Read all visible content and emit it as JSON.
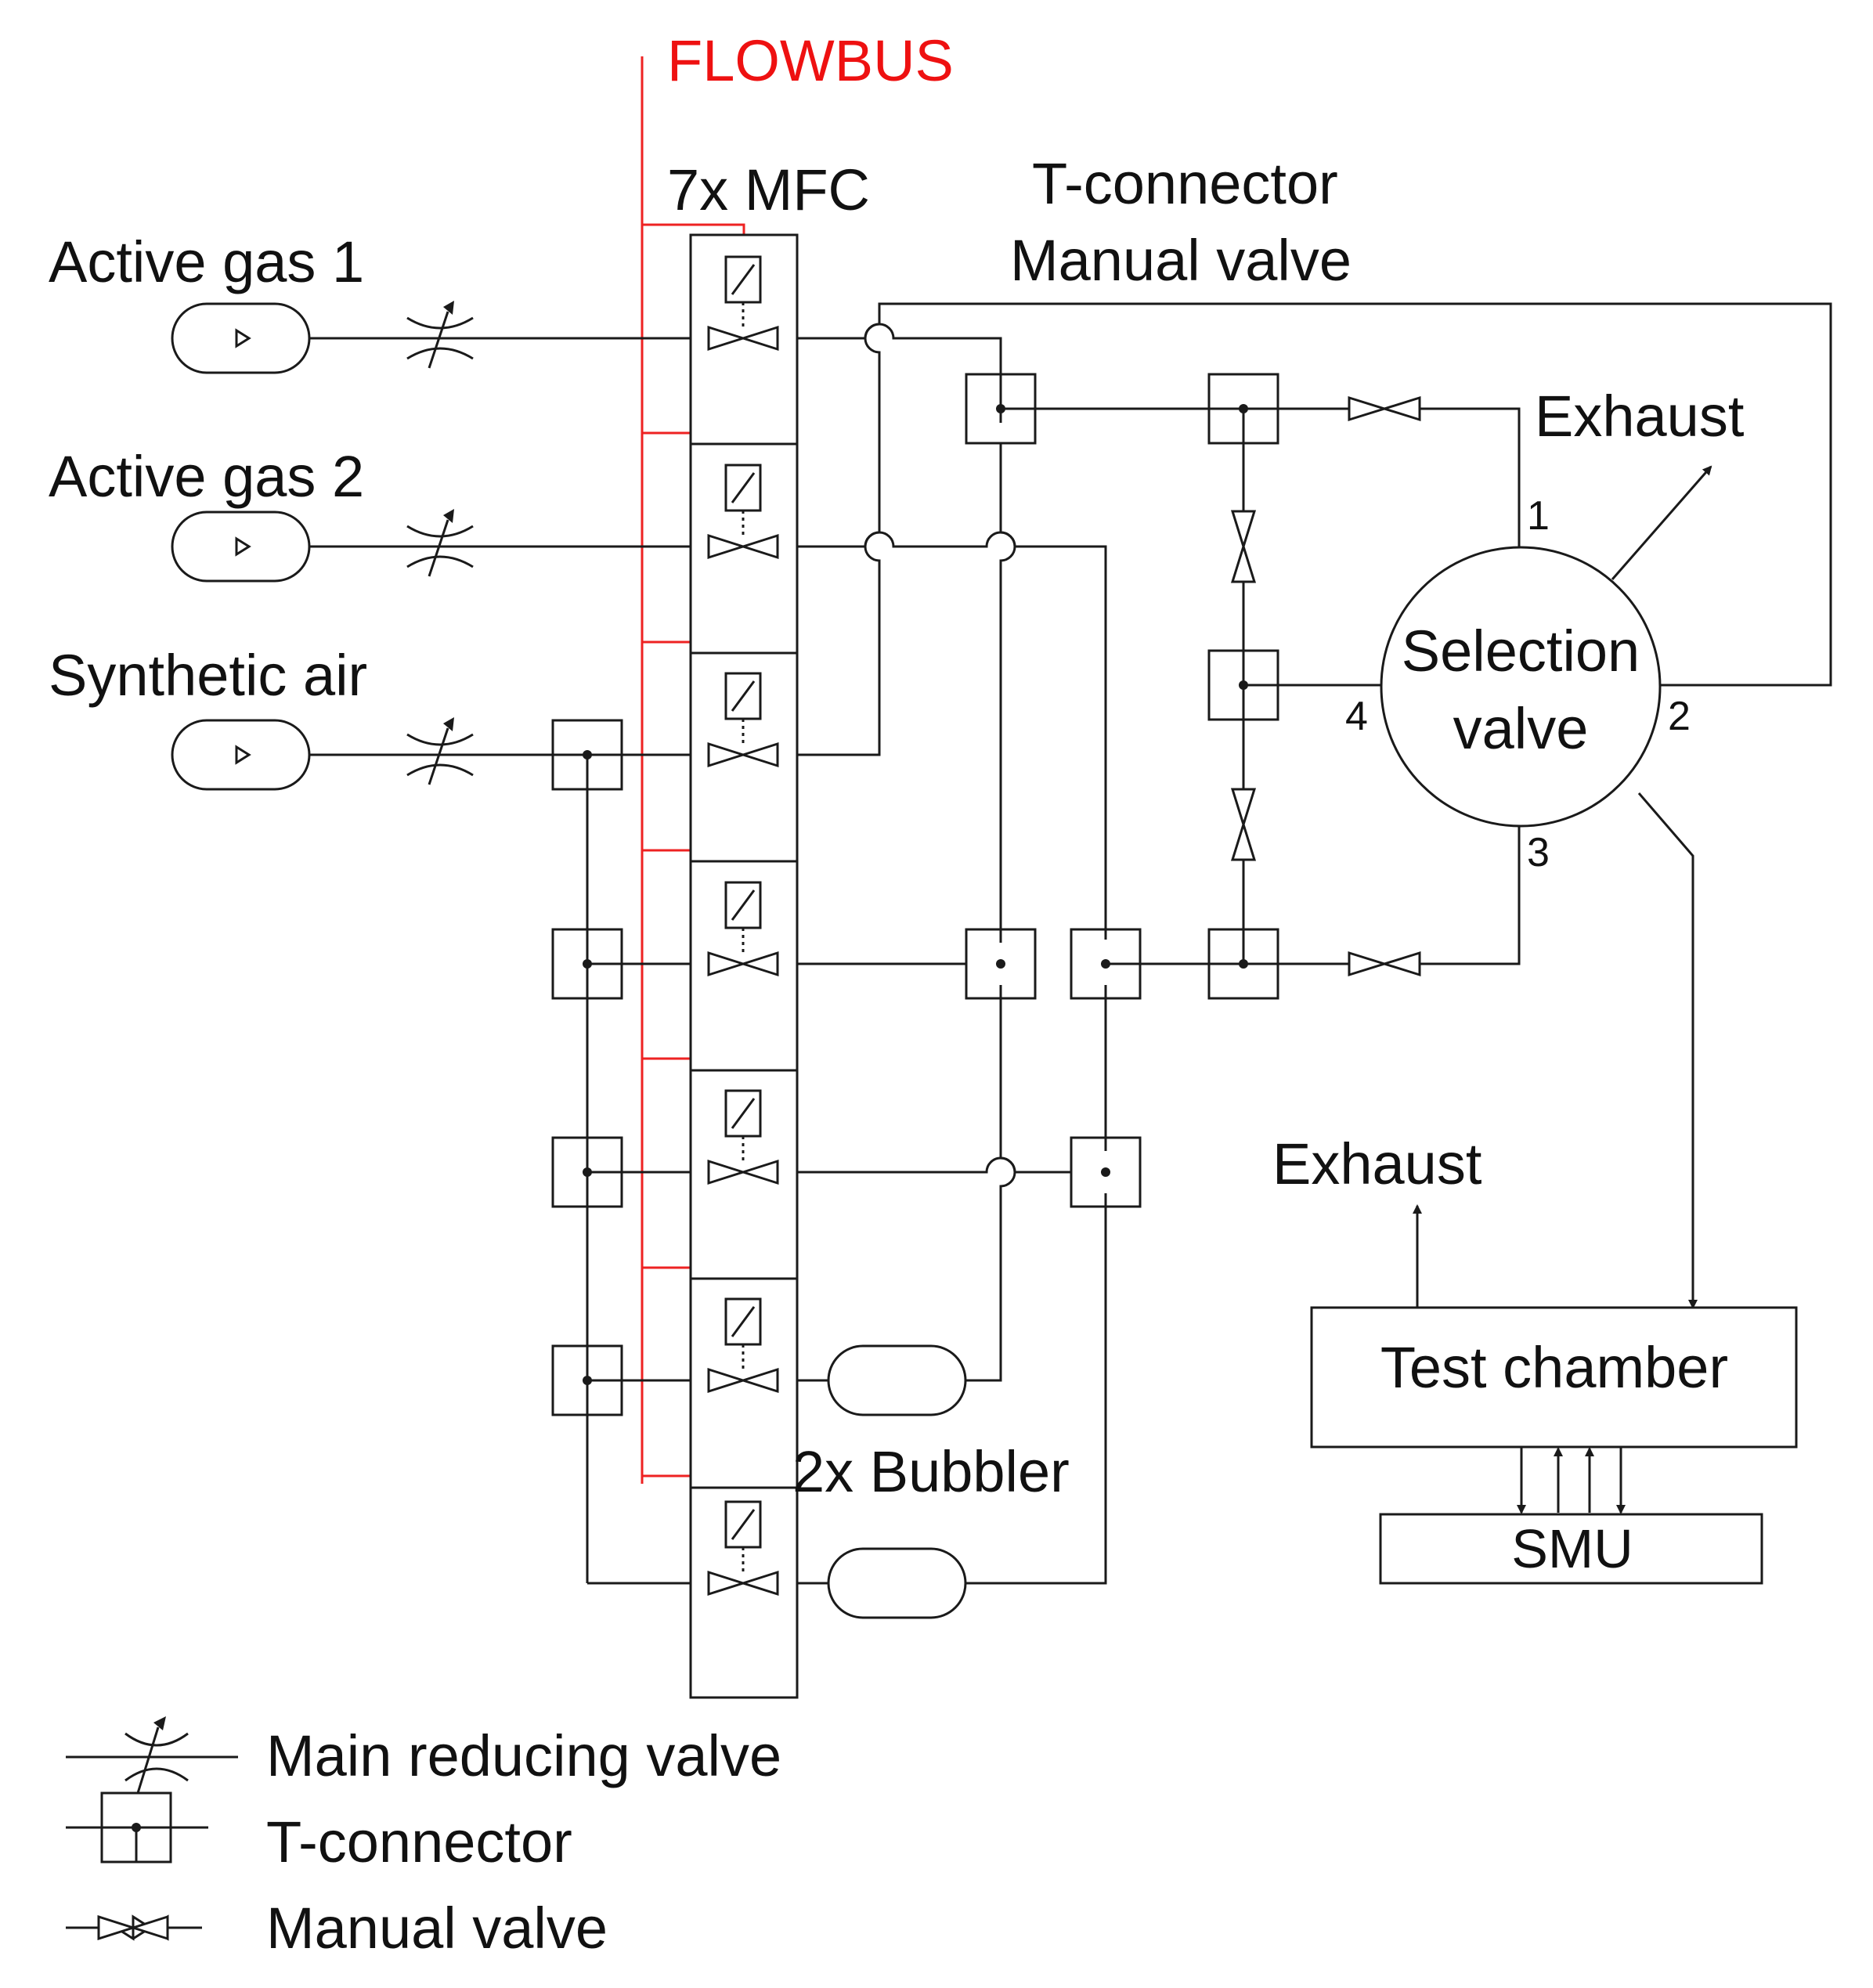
{
  "colors": {
    "line": "#1a1a1a",
    "bus": "#ee2222",
    "background": "#ffffff"
  },
  "labels": {
    "flowbus": "FLOWBUS",
    "mfc": "7x MFC",
    "tconnector_top": "T-connector",
    "manualvalve_top": "Manual valve",
    "exhaust_top": "Exhaust",
    "exhaust_bottom": "Exhaust",
    "selection_line1": "Selection",
    "selection_line2": "valve",
    "bubbler": "2x Bubbler",
    "test_chamber": "Test chamber",
    "smu": "SMU"
  },
  "gases": [
    {
      "label": "Active gas 1"
    },
    {
      "label": "Active gas 2"
    },
    {
      "label": "Synthetic air"
    }
  ],
  "ports": {
    "p1": "1",
    "p2": "2",
    "p3": "3",
    "p4": "4"
  },
  "legend": [
    {
      "icon": "reducing-valve-icon",
      "label": "Main reducing valve"
    },
    {
      "icon": "t-connector-icon",
      "label": "T-connector"
    },
    {
      "icon": "manual-valve-icon",
      "label": "Manual valve"
    }
  ]
}
